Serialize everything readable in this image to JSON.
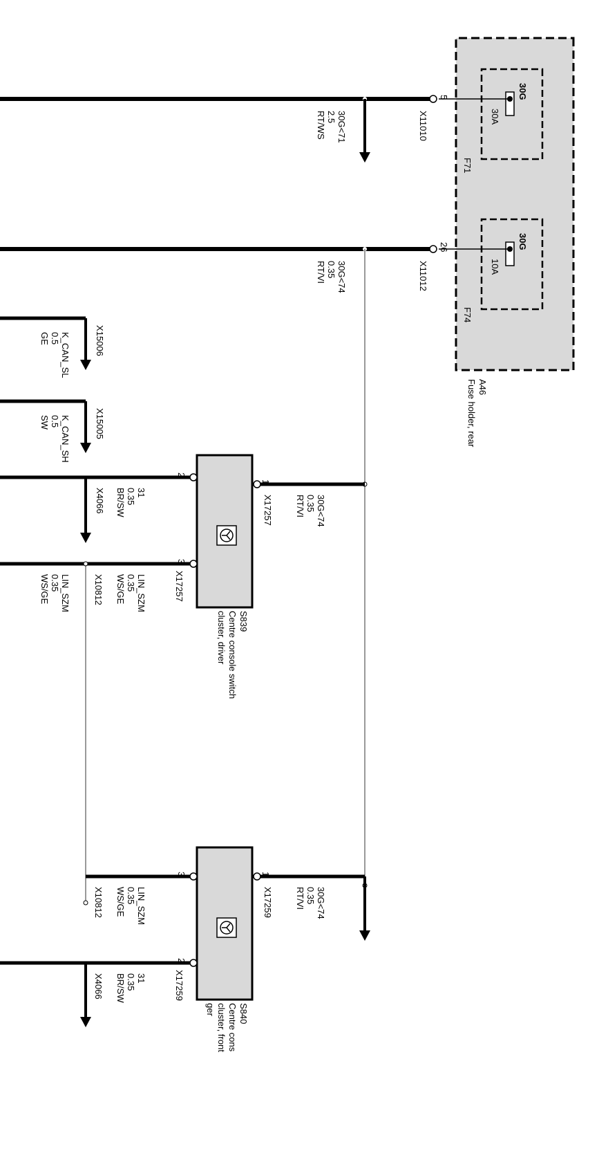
{
  "fuse_holder": {
    "id": "A46",
    "name": "Fuse holder, rear"
  },
  "fuses": [
    {
      "id": "F71",
      "terminal": "30G",
      "rating": "30A",
      "pin": "5",
      "connector": "X11010"
    },
    {
      "id": "F74",
      "terminal": "30G",
      "rating": "10A",
      "pin": "26",
      "connector": "X11012"
    }
  ],
  "wires": {
    "w30g71": {
      "signal": "30G<71",
      "size": "2.5",
      "color": "RT/WS"
    },
    "w30g74": {
      "signal": "30G<74",
      "size": "0.35",
      "color": "RT/VI"
    },
    "kcansl": {
      "signal": "K_CAN_SL",
      "size": "0.5",
      "color": "GE",
      "connector": "X15006"
    },
    "kcansh": {
      "signal": "K_CAN_SH",
      "size": "0.5",
      "color": "SW",
      "connector": "X15005"
    },
    "s839_pwr": {
      "signal": "30G<74",
      "size": "0.35",
      "color": "RT/VI"
    },
    "s839_gnd": {
      "signal": "31",
      "size": "0.35",
      "color": "BR/SW",
      "connector": "X4066"
    },
    "s839_lin_a": {
      "signal": "LIN_SZM",
      "size": "0.35",
      "color": "WS/GE"
    },
    "s839_lin_b": {
      "signal": "LIN_SZM",
      "size": "0.35",
      "color": "WS/GE",
      "connector": "X10812"
    },
    "s840_pwr": {
      "signal": "30G<74",
      "size": "0.35",
      "color": "RT/VI"
    },
    "s840_lin": {
      "signal": "LIN_SZM",
      "size": "0.35",
      "color": "WS/GE",
      "connector": "X10812"
    },
    "s840_gnd": {
      "signal": "31",
      "size": "0.35",
      "color": "BR/SW",
      "connector": "X4066"
    }
  },
  "switches": [
    {
      "id": "S839",
      "name_line1": "Centre console switch",
      "name_line2": "cluster, driver",
      "connector": "X17257",
      "pin_a": "1",
      "pin_b": "2",
      "pin_c": "3",
      "connector_b": "X17257"
    },
    {
      "id": "S840",
      "name_line1": "Centre cons",
      "name_line2": "cluster, front",
      "name_line3": "ger",
      "connector": "X17259",
      "pin_a": "1",
      "pin_b": "2",
      "pin_c": "3",
      "connector_b": "X17259"
    }
  ],
  "colors": {
    "line": "#000000",
    "thin": "#999999",
    "box_fill": "#d9d9d9"
  }
}
